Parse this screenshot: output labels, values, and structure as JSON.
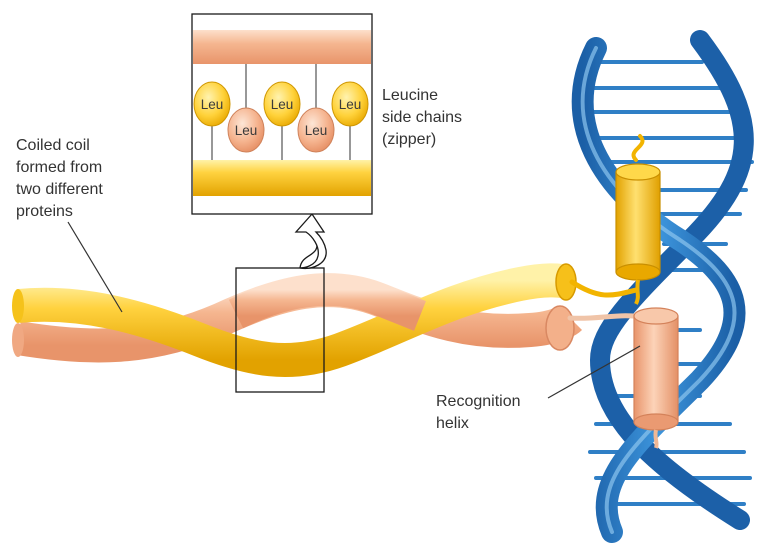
{
  "labels": {
    "coiled_coil": [
      "Coiled coil",
      "formed from",
      "two different",
      "proteins"
    ],
    "leucine": [
      "Leucine",
      "side chains",
      "(zipper)"
    ],
    "recognition": [
      "Recognition",
      "helix"
    ]
  },
  "residue_label": "Leu",
  "colors": {
    "gold": "#f2b400",
    "salmon": "#eea57e",
    "dna_blue": "#2a76c0",
    "frame": "#1a1a1a"
  }
}
